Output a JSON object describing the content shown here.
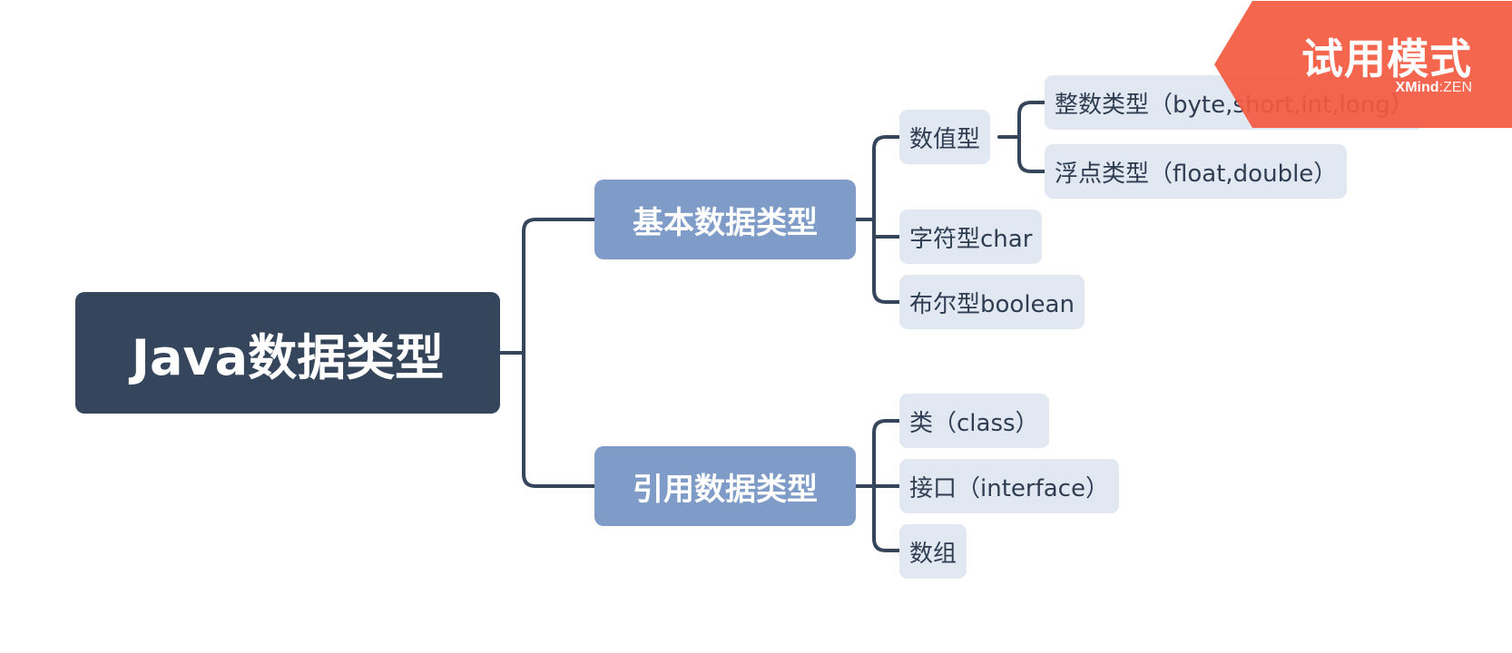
{
  "mindmap": {
    "root": {
      "label": "Java数据类型"
    },
    "branches": [
      {
        "label": "基本数据类型",
        "children": [
          {
            "label": "数值型",
            "children": [
              {
                "label": "整数类型（byte,short,int,long）"
              },
              {
                "label": "浮点类型（float,double）"
              }
            ]
          },
          {
            "label": "字符型char"
          },
          {
            "label": "布尔型boolean"
          }
        ]
      },
      {
        "label": "引用数据类型",
        "children": [
          {
            "label": "类（class）"
          },
          {
            "label": "接口（interface）"
          },
          {
            "label": "数组"
          }
        ]
      }
    ]
  },
  "watermark": {
    "title": "试用模式",
    "brand_bold": "XMind",
    "brand_sep": ":",
    "brand_rest": "ZEN"
  },
  "colors": {
    "root_fill": "#35465c",
    "main_fill": "#7f9cc8",
    "sub_fill": "#e1e8f1",
    "connector": "#35465c",
    "watermark_fill": "#f45940"
  }
}
